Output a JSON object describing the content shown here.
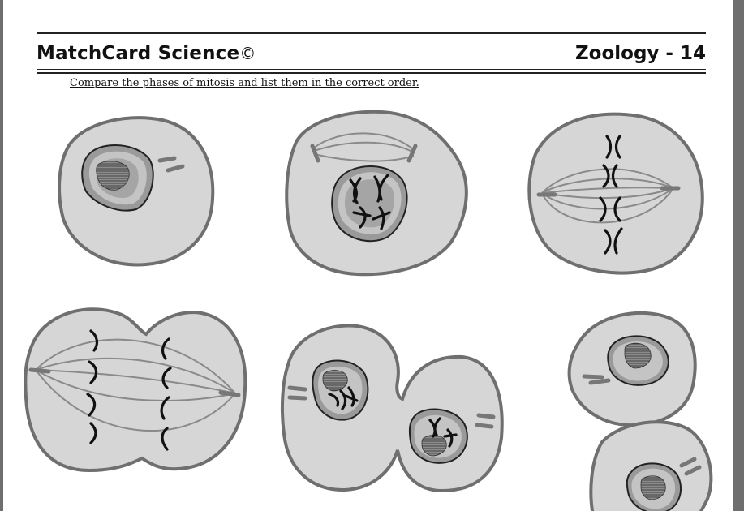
{
  "header": {
    "brand": "MatchCard Science",
    "copyright_symbol": "©",
    "subject": "Zoology - 14"
  },
  "instructions": "Compare the phases of mitosis and list them in the correct order.",
  "colors": {
    "cell_fill": "#d6d6d6",
    "cell_outline": "#6f6f6f",
    "nucleus_fill": "#9a9a9a",
    "chromosome": "#111111",
    "frame": "#6e6e6e"
  }
}
